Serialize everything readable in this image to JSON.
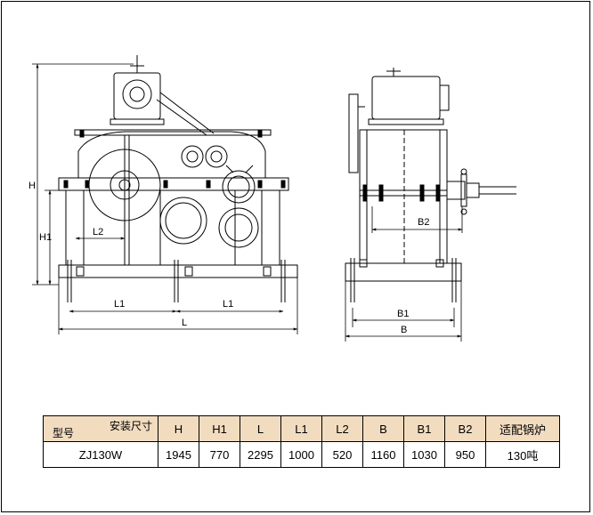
{
  "dimension_labels": {
    "H": "H",
    "H1": "H1",
    "L": "L",
    "L1_left": "L1",
    "L1_right": "L1",
    "L2": "L2",
    "B": "B",
    "B1": "B1",
    "B2": "B2"
  },
  "table": {
    "corner_top": "安装尺寸",
    "corner_bottom": "型号",
    "headers": [
      "H",
      "H1",
      "L",
      "L1",
      "L2",
      "B",
      "B1",
      "B2",
      "适配锅炉"
    ],
    "rows": [
      {
        "model": "ZJ130W",
        "values": [
          "1945",
          "770",
          "2295",
          "1000",
          "520",
          "1160",
          "1030",
          "950",
          "130吨"
        ]
      }
    ]
  }
}
